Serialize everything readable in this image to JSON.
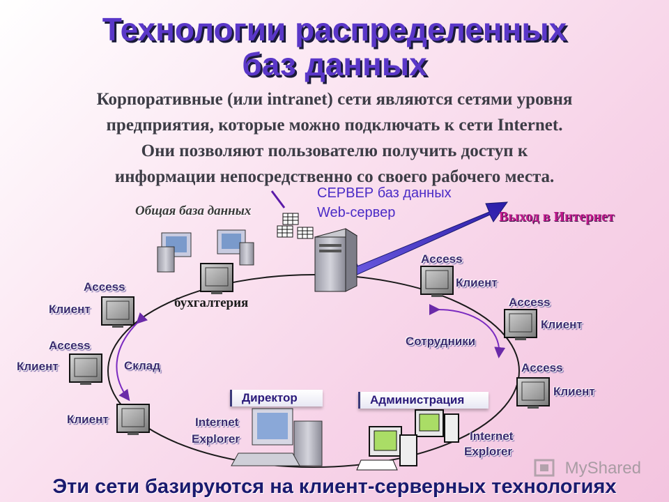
{
  "title": {
    "line1": "Технологии распределенных",
    "line2": "баз данных"
  },
  "intro": {
    "line1": "Корпоративные (или intranet) сети являются сетями уровня",
    "line2": "предприятия, которые можно подключать к сети Internet.",
    "line3": "Они позволяют пользователю получить доступ к",
    "line4": "информации непосредственно со своего рабочего места."
  },
  "server": {
    "line1": "СЕРВЕР баз данных",
    "line2": "Web-сервер"
  },
  "shared_db": "Общая база данных",
  "internet_exit": "Выход в Интернет",
  "nodes": {
    "accounting": "бухгалтерия",
    "warehouse": "Склад",
    "staff": "Сотрудники",
    "director": "Директор",
    "administration": "Администрация"
  },
  "labels": {
    "access": "Access",
    "client": "Клиент",
    "internet": "Internet",
    "explorer": "Explorer"
  },
  "footer": "Эти сети базируются на клиент-серверных технологиях",
  "watermark": "MyShared",
  "colors": {
    "title": "#5a37c8",
    "arrow": "#3a2bb8",
    "ring": "#1a1a1a",
    "inet": "#c0178a"
  }
}
